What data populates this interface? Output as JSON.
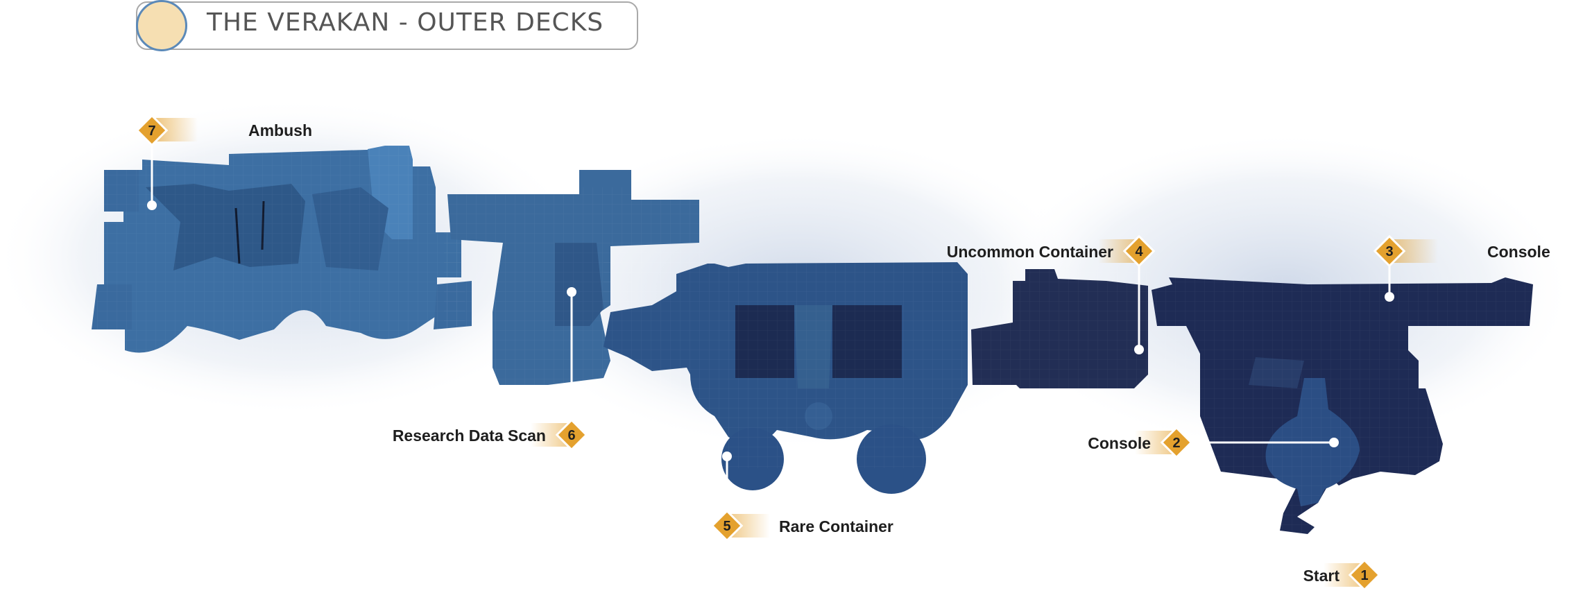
{
  "title": "THE VERAKAN - OUTER DECKS",
  "colors": {
    "marker_fill": "#e4a12e",
    "marker_stroke": "#ffffff",
    "deck_light": "#3c6c9e",
    "deck_mid": "#2b4f80",
    "deck_dark": "#1d2d55"
  },
  "markers": [
    {
      "id": "1",
      "number": "1",
      "label": "Start"
    },
    {
      "id": "2",
      "number": "2",
      "label": "Console"
    },
    {
      "id": "3",
      "number": "3",
      "label": "Console"
    },
    {
      "id": "4",
      "number": "4",
      "label": "Uncommon Container"
    },
    {
      "id": "5",
      "number": "5",
      "label": "Rare Container"
    },
    {
      "id": "6",
      "number": "6",
      "label": "Research Data Scan"
    },
    {
      "id": "7",
      "number": "7",
      "label": "Ambush"
    }
  ]
}
